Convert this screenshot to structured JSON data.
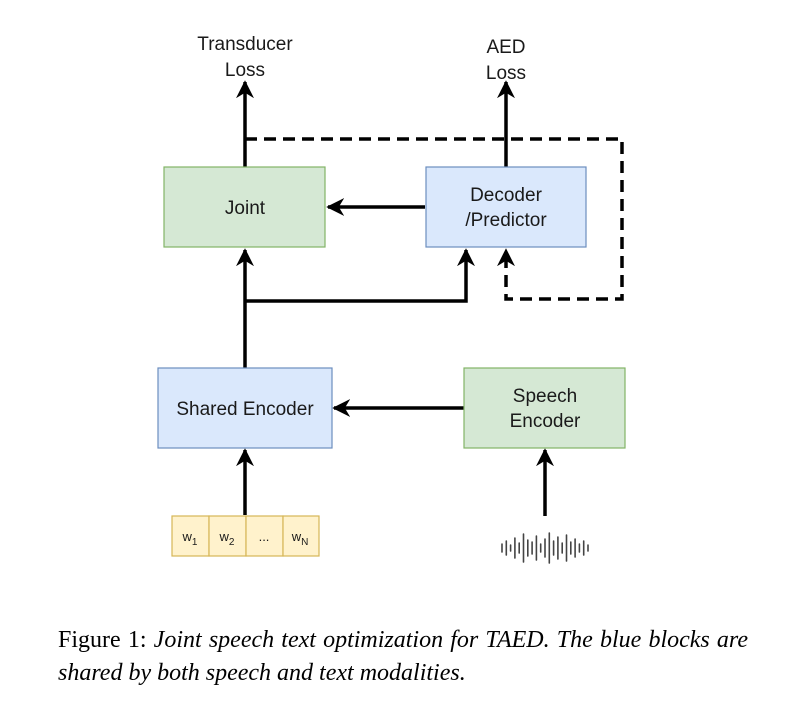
{
  "diagram": {
    "outputs": {
      "transducer_loss": [
        "Transducer",
        "Loss"
      ],
      "aed_loss": [
        "AED",
        "Loss"
      ]
    },
    "blocks": {
      "joint": [
        "Joint"
      ],
      "decoder_predictor": [
        "Decoder",
        "/Predictor"
      ],
      "shared_encoder": [
        "Shared Encoder"
      ],
      "speech_encoder": [
        "Speech",
        "Encoder"
      ]
    },
    "tokens": [
      {
        "base": "w",
        "sub": "1"
      },
      {
        "base": "w",
        "sub": "2"
      },
      {
        "base": "...",
        "sub": ""
      },
      {
        "base": "w",
        "sub": "N"
      }
    ],
    "colors": {
      "blue_fill": "#dae8fc",
      "blue_stroke": "#6c8ebf",
      "green_fill": "#d5e8d4",
      "green_stroke": "#82b366",
      "token_fill": "#fff2cc",
      "token_stroke": "#d6b656",
      "arrow": "#000000"
    },
    "icons": {
      "waveform": "audio-waveform-icon"
    }
  },
  "caption": {
    "prefix": "Figure 1:",
    "text": "Joint speech text optimization for TAED. The blue blocks are shared by both speech and text modalities."
  }
}
